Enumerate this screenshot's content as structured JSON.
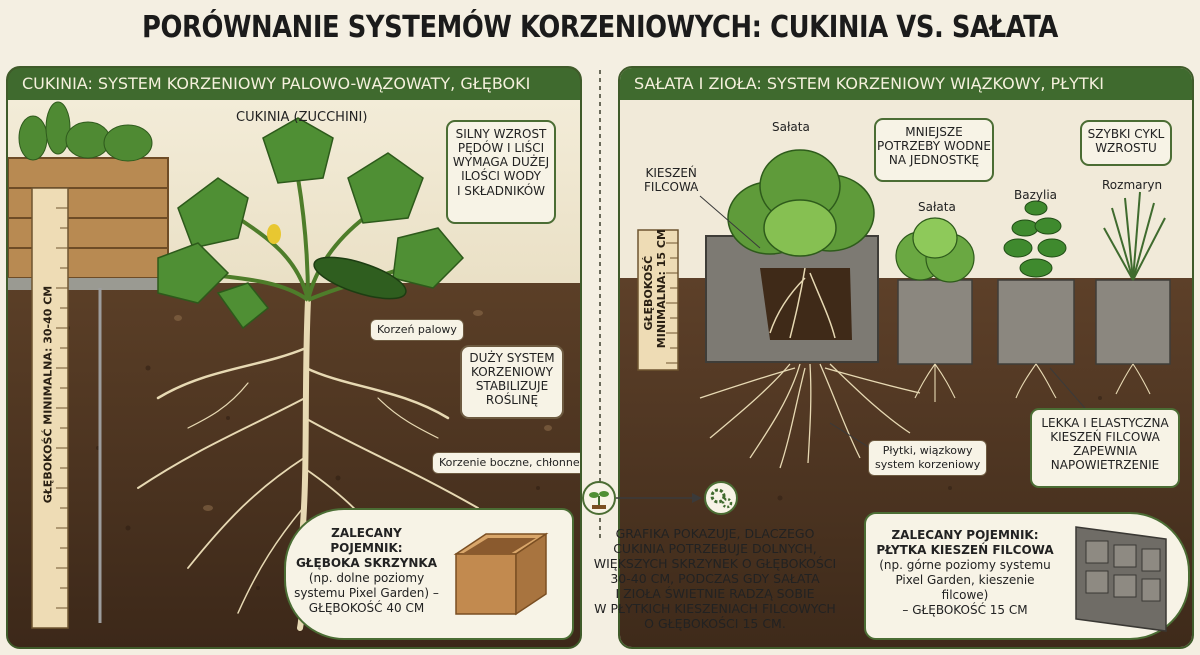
{
  "title": "PORÓWNANIE SYSTEMÓW KORZENIOWYCH: CUKINIA VS. SAŁATA",
  "left": {
    "header": "CUKINIA: SYSTEM KORZENIOWY PALOWO-WĄZOWATY, GŁĘBOKI",
    "plant_label": "CUKINIA (ZUCCHINI)",
    "growth_note": [
      "SILNY WZROST",
      "PĘDÓW I LIŚCI",
      "WYMAGA DUŻEJ",
      "ILOŚCI WODY",
      "I SKŁADNIKÓW"
    ],
    "taproot_label": "Korzeń palowy",
    "stabilize_note": [
      "DUŻY SYSTEM",
      "KORZENIOWY",
      "STABILIZUJE",
      "ROŚLINĘ"
    ],
    "lateral_label": "Korzenie boczne, chłonne",
    "depth_label": "GŁĘBOKOŚĆ MINIMALNA: 30-40 CM",
    "container": {
      "heading1": "ZALECANY POJEMNIK:",
      "heading2": "GŁĘBOKA SKRZYNKA",
      "lines": [
        "(np. dolne poziomy",
        "systemu Pixel Garden) –",
        "GŁĘBOKOŚĆ 40 CM"
      ]
    }
  },
  "right": {
    "header": "SAŁATA I ZIOŁA: SYSTEM KORZENIOWY WIĄZKOWY, PŁYTKI",
    "big_label": "Sałata",
    "pocket_label": [
      "KIESZEŃ",
      "FILCOWA"
    ],
    "water_note": [
      "MNIEJSZE",
      "POTRZEBY WODNE",
      "NA JEDNOSTKĘ"
    ],
    "cycle_note": [
      "SZYBKI CYKL",
      "WZROSTU"
    ],
    "plants": [
      "Sałata",
      "Bazylia",
      "Rozmaryn"
    ],
    "depth_label": [
      "GŁĘBOKOŚĆ",
      "MINIMALNA: 15 CM"
    ],
    "root_label": [
      "Płytki, wiązkowy",
      "system korzeniowy"
    ],
    "felt_note": [
      "LEKKA I ELASTYCZNA",
      "KIESZEŃ FILCOWA",
      "ZAPEWNIA",
      "NAPOWIETRZENIE"
    ],
    "container": {
      "heading1": "ZALECANY POJEMNIK:",
      "heading2": "PŁYTKA KIESZEŃ FILCOWA",
      "lines": [
        "(np. górne poziomy systemu",
        "Pixel Garden, kieszenie filcowe)",
        "– GŁĘBOKOŚĆ 15 CM"
      ]
    }
  },
  "center_note": [
    "GRAFIKA POKAZUJE, DLACZEGO",
    "CUKINIA POTRZEBUJE DOLNYCH,",
    "WIĘKSZYCH SKRZYNEK O GŁĘBOKOŚCI",
    "30-40 CM, PODCZAS GDY SAŁATA",
    "I ZIOŁA ŚWIETNIE RADZĄ SOBIE",
    "W PŁYTKICH KIESZENIACH FILCOWYCH",
    "O GŁĘBOKOŚCI 15 CM."
  ],
  "icons": [
    "sprout-icon",
    "gears-icon"
  ],
  "colors": {
    "soil": "#4a3322",
    "header_green": "#3f6a2e",
    "note_bg": "#f7f3e6",
    "root": "#e7d9b3",
    "felt": "#7d7a73"
  }
}
